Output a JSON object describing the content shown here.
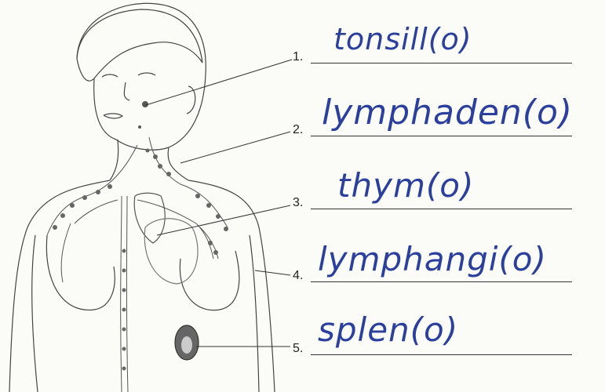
{
  "worksheet": {
    "structures": [
      {
        "number": "1.",
        "answer": "tonsill(o)"
      },
      {
        "number": "2.",
        "answer": "lymphaden(o)"
      },
      {
        "number": "3.",
        "answer": "thym(o)"
      },
      {
        "number": "4.",
        "answer": "lymphangi(o)"
      },
      {
        "number": "5.",
        "answer": "splen(o)"
      }
    ]
  },
  "colors": {
    "ink": "#2a3f9e",
    "line": "#333333",
    "paper": "#fbfbf8"
  }
}
